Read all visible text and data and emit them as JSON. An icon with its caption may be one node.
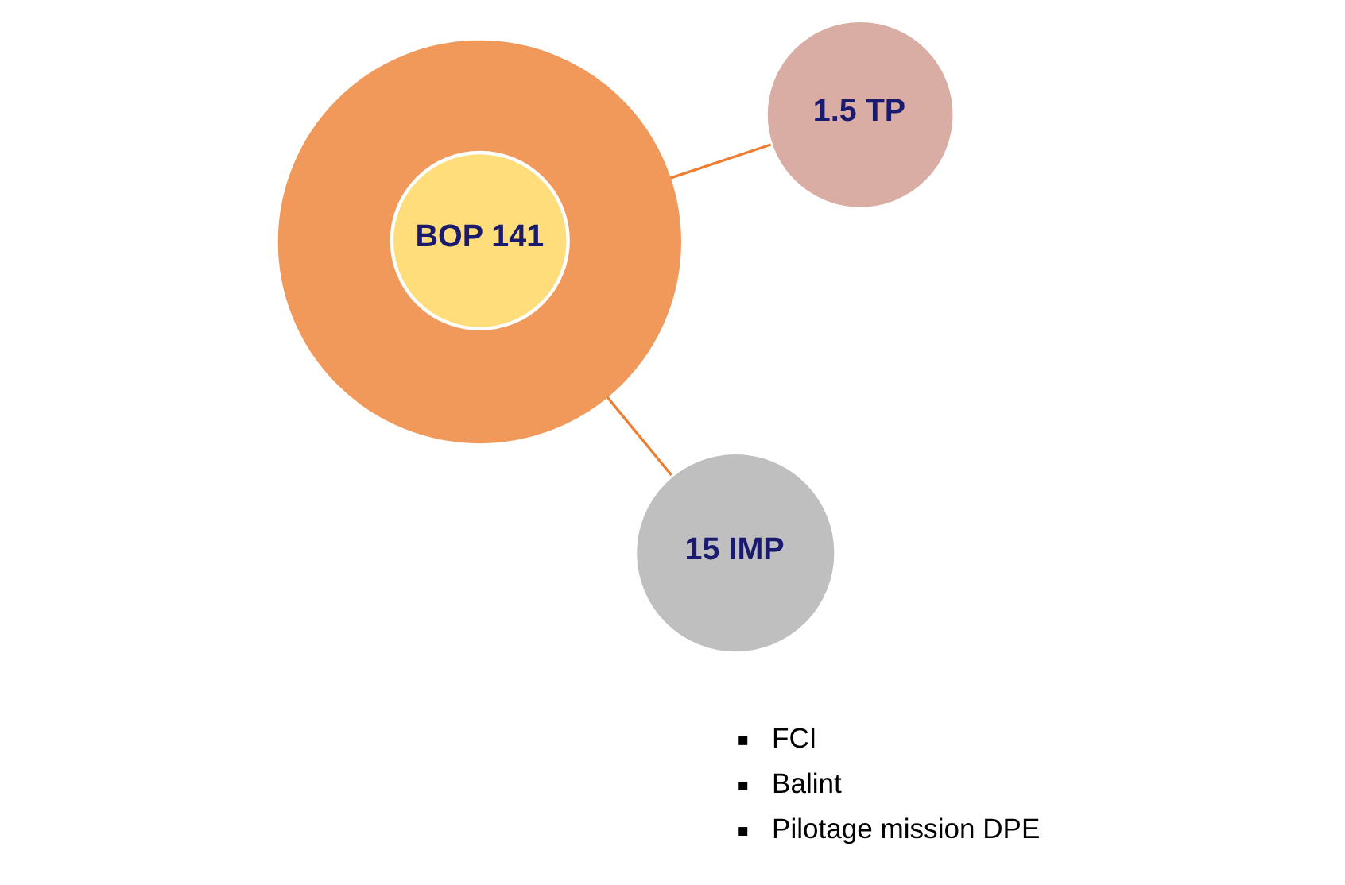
{
  "diagram": {
    "nodes": [
      {
        "text": [],
        "shape": "circle"
      },
      {
        "text": [
          "BOP 141"
        ],
        "in": 0
      },
      {
        "text": [
          "1.5 TP"
        ]
      },
      {
        "text": [
          "15 IMP"
        ],
        "beside": [
          "FCI",
          "Balint",
          "Pilotage mission DPE"
        ]
      }
    ],
    "edges": [
      {
        "from": 0,
        "to": 2,
        "arrow": "none"
      },
      {
        "from": 0,
        "to": 3,
        "arrow": "none"
      }
    ]
  }
}
